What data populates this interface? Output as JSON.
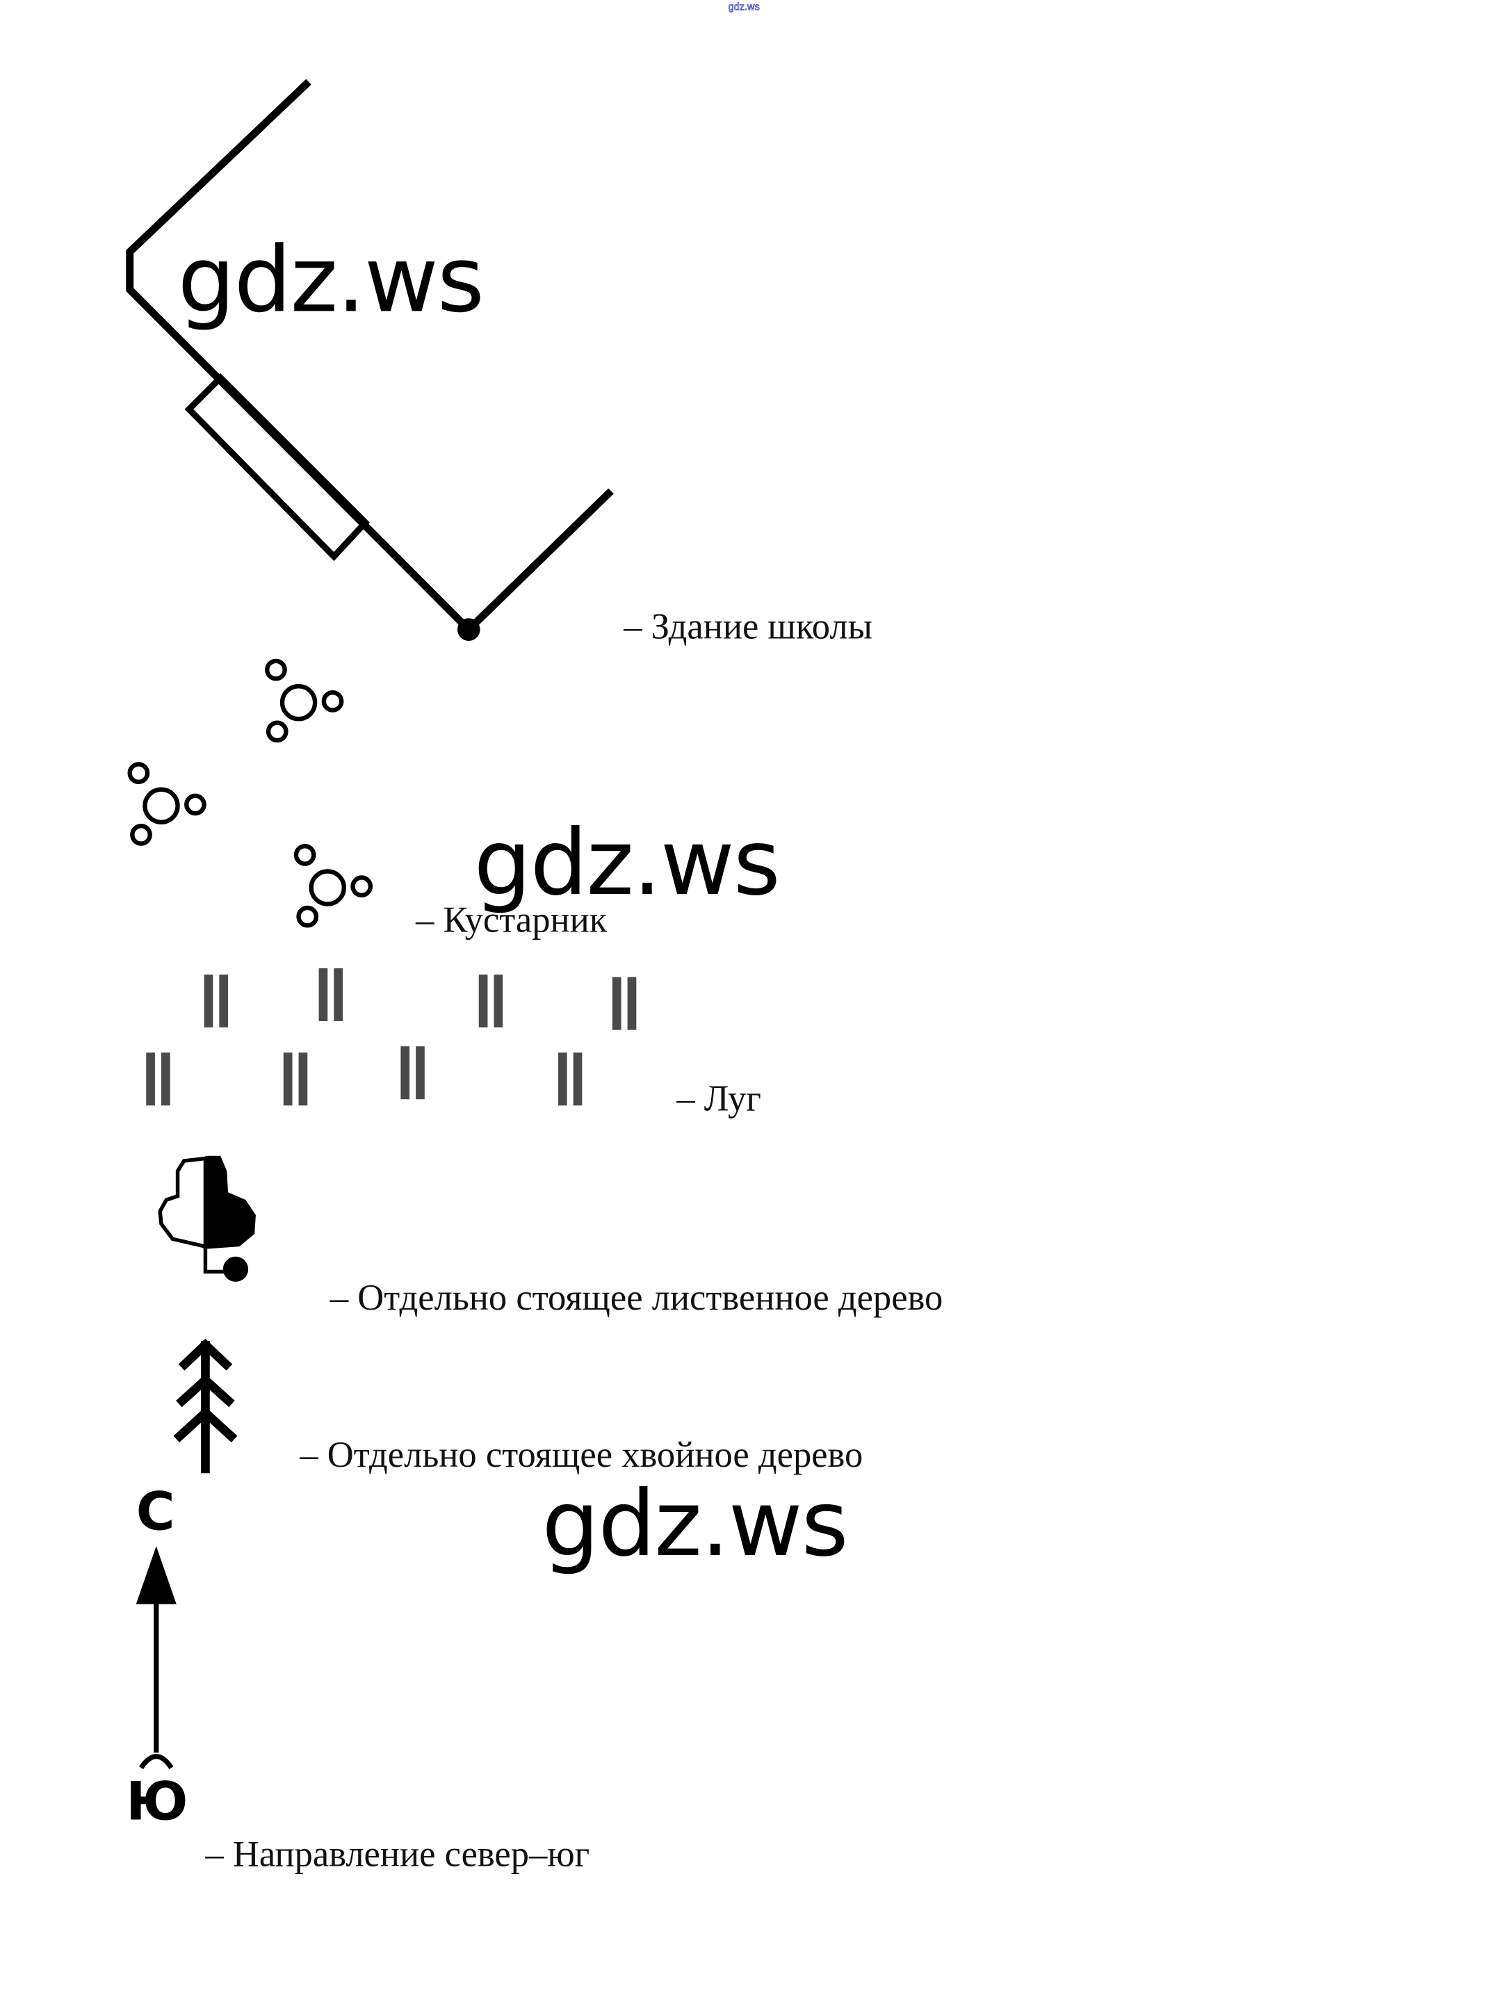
{
  "header": {
    "watermark_small": "gdz.ws"
  },
  "watermarks": [
    "gdz.ws",
    "gdz.ws",
    "gdz.ws"
  ],
  "legend": [
    {
      "icon": "school-building-icon",
      "label": "– Здание школы"
    },
    {
      "icon": "bush-icon",
      "label": "– Кустарник"
    },
    {
      "icon": "meadow-icon",
      "label": "– Луг"
    },
    {
      "icon": "deciduous-tree-icon",
      "label": "– Отдельно стоящее лиственное дерево"
    },
    {
      "icon": "conifer-tree-icon",
      "label": "– Отдельно стоящее хвойное дерево"
    },
    {
      "icon": "north-south-arrow-icon",
      "label": "– Направление север–юг"
    }
  ],
  "compass": {
    "north": "С",
    "south": "Ю"
  }
}
